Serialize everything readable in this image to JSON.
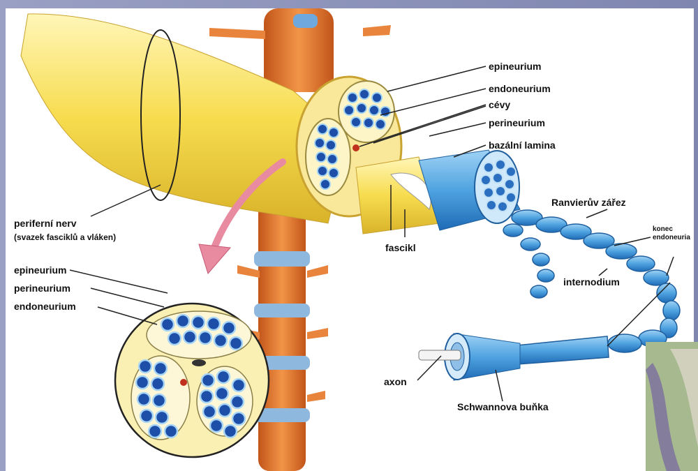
{
  "diagram": {
    "labels": {
      "epineurium_top": "epineurium",
      "endoneurium_top": "endoneurium",
      "cevy": "cévy",
      "perineurium_top": "perineurium",
      "bazalni_lamina": "bazální lamina",
      "periferni_nerv": "periferní nerv",
      "periferni_nerv_sub": "(svazek fasciklů a vláken)",
      "epineurium_bottom": "epineurium",
      "perineurium_bottom": "perineurium",
      "endoneurium_bottom": "endoneurium",
      "fascikl": "fascikl",
      "ranvieruv_zarez": "Ranvierův zářez",
      "konec_endoneuria_line1": "konec",
      "konec_endoneuria_line2": "endoneuria",
      "internodium": "internodium",
      "axon": "axon",
      "schwannova_bunka": "Schwannova buňka"
    }
  },
  "colors": {
    "background": "#8d92b8",
    "panel": "#ffffff",
    "nerve_yellow": "#f6dc55",
    "spine_orange": "#e5732b",
    "fiber_blue": "#2f7fcf",
    "leader_line": "#222222"
  }
}
